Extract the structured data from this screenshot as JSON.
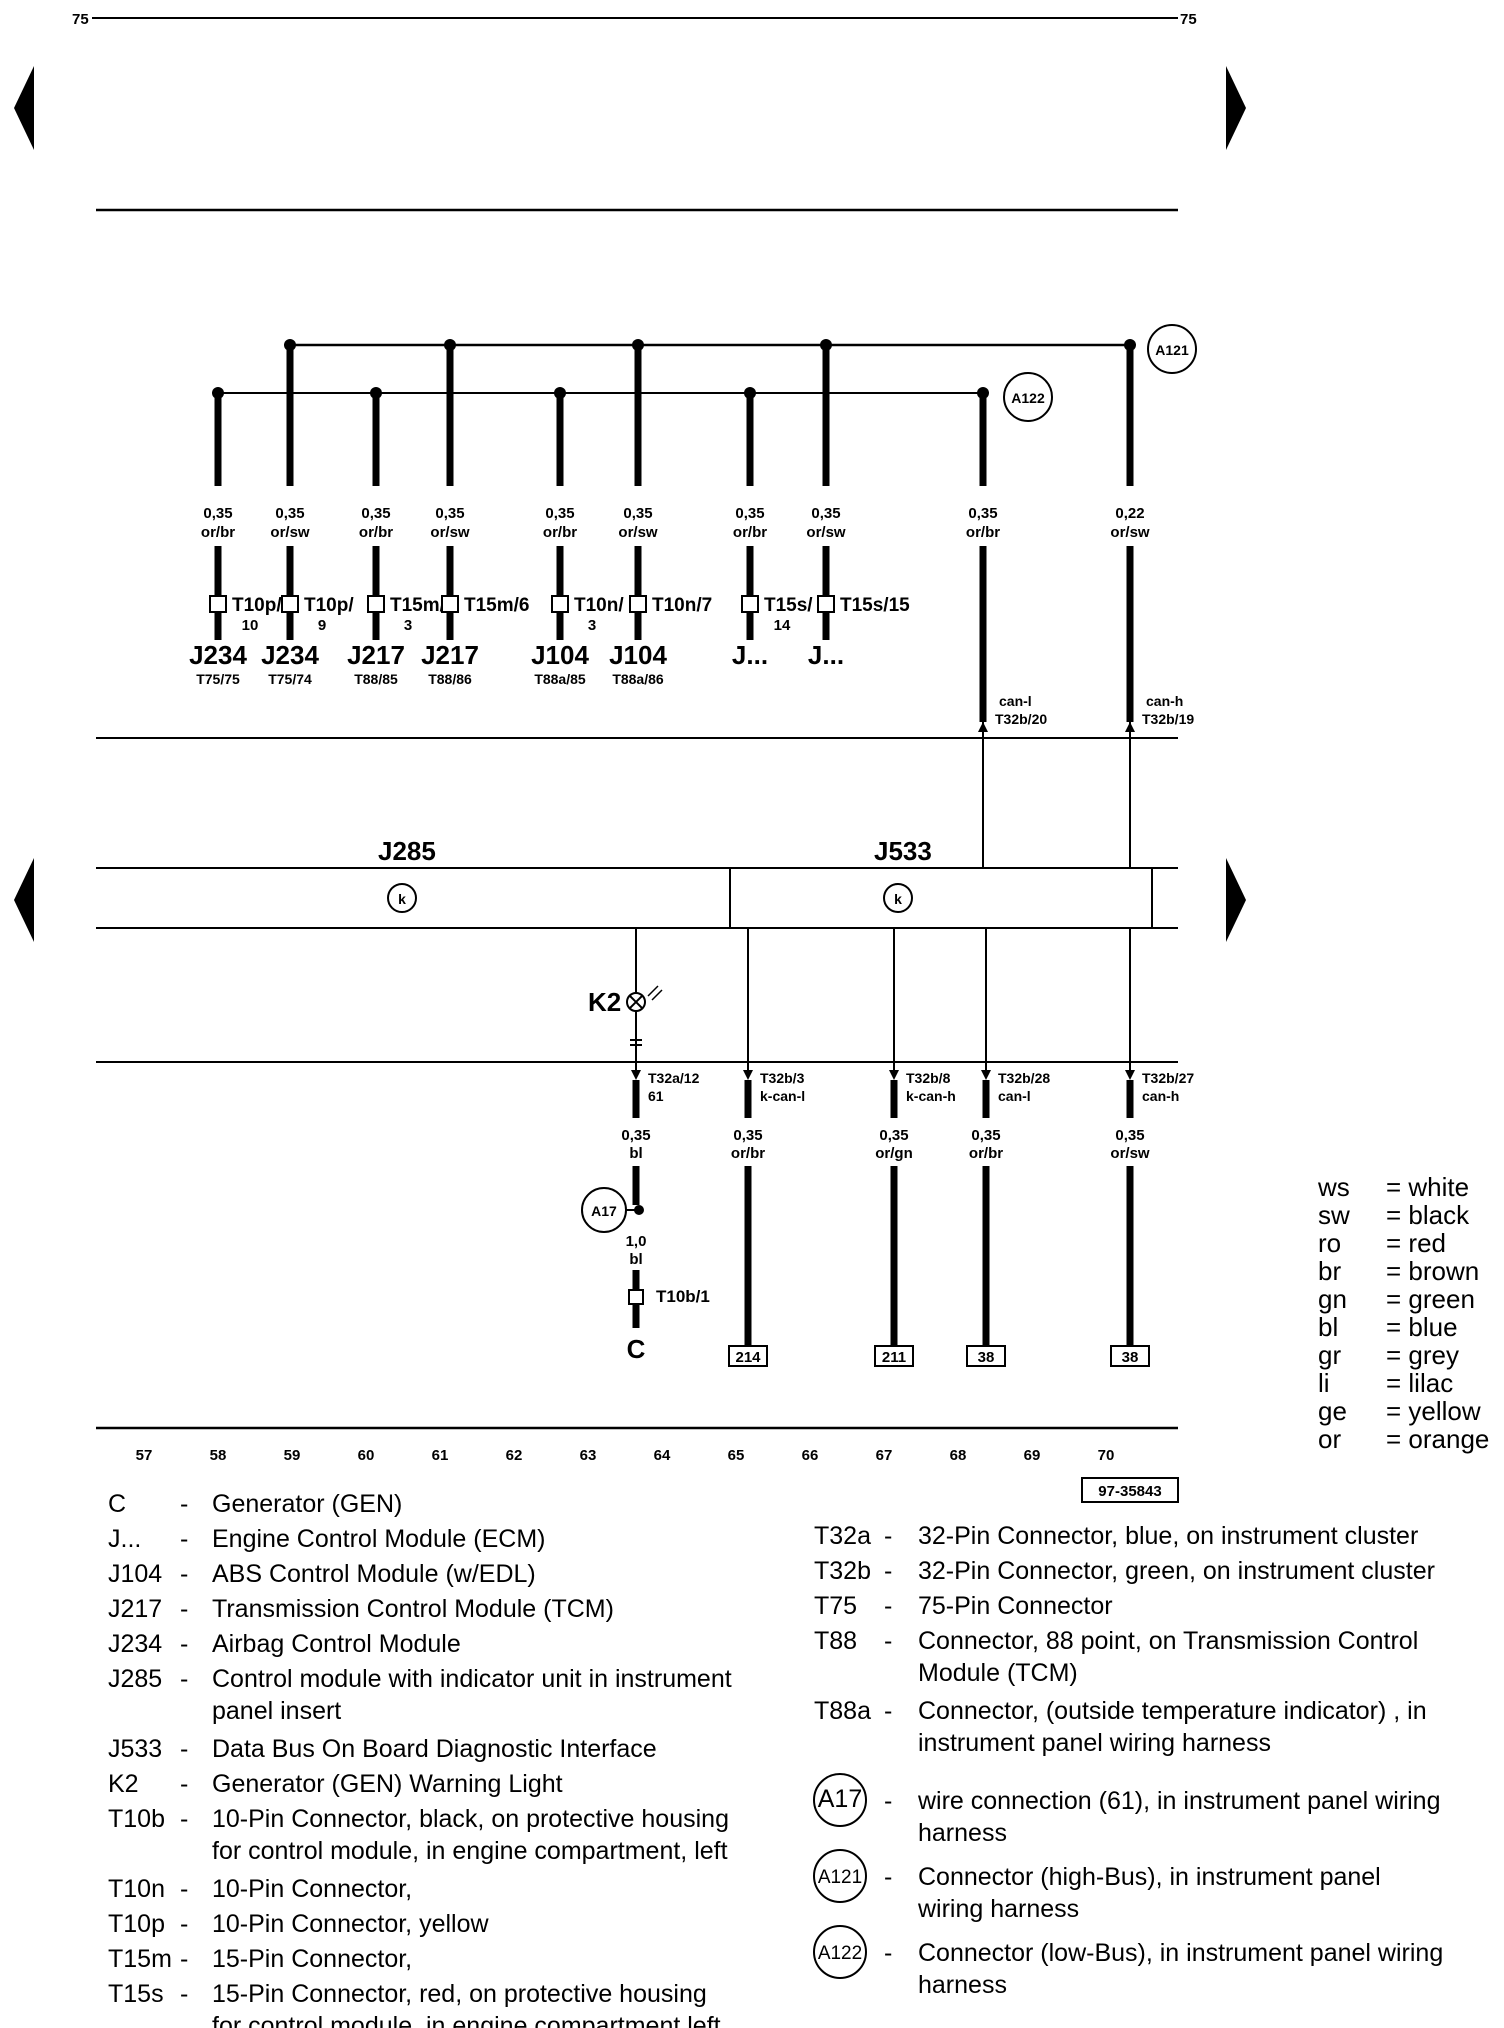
{
  "page": {
    "number_left": "75",
    "number_right": "75"
  },
  "splices": {
    "a121": "A121",
    "a122": "A122",
    "a17": "A17"
  },
  "wires_top": [
    {
      "size": "0,35",
      "color": "or/br",
      "conn": "T10p/",
      "pin": "10",
      "comp": "J234",
      "ref": "T75/75"
    },
    {
      "size": "0,35",
      "color": "or/sw",
      "conn": "T10p/",
      "pin": "9",
      "comp": "J234",
      "ref": "T75/74"
    },
    {
      "size": "0,35",
      "color": "or/br",
      "conn": "T15m/",
      "pin": "3",
      "comp": "J217",
      "ref": "T88/85"
    },
    {
      "size": "0,35",
      "color": "or/sw",
      "conn": "T15m/6",
      "pin": "",
      "comp": "J217",
      "ref": "T88/86"
    },
    {
      "size": "0,35",
      "color": "or/br",
      "conn": "T10n/",
      "pin": "3",
      "comp": "J104",
      "ref": "T88a/85"
    },
    {
      "size": "0,35",
      "color": "or/sw",
      "conn": "T10n/7",
      "pin": "",
      "comp": "J104",
      "ref": "T88a/86"
    },
    {
      "size": "0,35",
      "color": "or/br",
      "conn": "T15s/",
      "pin": "14",
      "comp": "J...",
      "ref": ""
    },
    {
      "size": "0,35",
      "color": "or/sw",
      "conn": "T15s/15",
      "pin": "",
      "comp": "J...",
      "ref": ""
    },
    {
      "size": "0,35",
      "color": "or/br",
      "conn": "",
      "pin": "",
      "comp": "",
      "ref": ""
    },
    {
      "size": "0,22",
      "color": "or/sw",
      "conn": "",
      "pin": "",
      "comp": "",
      "ref": ""
    }
  ],
  "can_top": [
    {
      "name": "can-l",
      "pin": "T32b/20"
    },
    {
      "name": "can-h",
      "pin": "T32b/19"
    }
  ],
  "modules": {
    "j285": "J285",
    "j533": "J533",
    "k_symbol": "k"
  },
  "lamp": {
    "label": "K2"
  },
  "wires_bottom": [
    {
      "pin": "T32a/12",
      "sig": "61",
      "size": "0,35",
      "color": "bl",
      "dest": ""
    },
    {
      "pin": "T32b/3",
      "sig": "k-can-l",
      "size": "0,35",
      "color": "or/br",
      "dest": "214"
    },
    {
      "pin": "T32b/8",
      "sig": "k-can-h",
      "size": "0,35",
      "color": "or/gn",
      "dest": "211"
    },
    {
      "pin": "T32b/28",
      "sig": "can-l",
      "size": "0,35",
      "color": "or/br",
      "dest": "38"
    },
    {
      "pin": "T32b/27",
      "sig": "can-h",
      "size": "0,35",
      "color": "or/sw",
      "dest": "38"
    }
  ],
  "gen_branch": {
    "size": "1,0",
    "color": "bl",
    "conn": "T10b/1",
    "comp": "C"
  },
  "ticks": [
    "57",
    "58",
    "59",
    "60",
    "61",
    "62",
    "63",
    "64",
    "65",
    "66",
    "67",
    "68",
    "69",
    "70"
  ],
  "figure_id": "97-35843",
  "color_legend": [
    {
      "code": "ws",
      "name": "white"
    },
    {
      "code": "sw",
      "name": "black"
    },
    {
      "code": "ro",
      "name": "red"
    },
    {
      "code": "br",
      "name": "brown"
    },
    {
      "code": "gn",
      "name": "green"
    },
    {
      "code": "bl",
      "name": "blue"
    },
    {
      "code": "gr",
      "name": "grey"
    },
    {
      "code": "li",
      "name": "lilac"
    },
    {
      "code": "ge",
      "name": "yellow"
    },
    {
      "code": "or",
      "name": "orange"
    }
  ],
  "legend_left": [
    {
      "code": "C",
      "lines": [
        "Generator (GEN)"
      ]
    },
    {
      "code": "J...",
      "lines": [
        "Engine Control Module (ECM)"
      ]
    },
    {
      "code": "J104",
      "lines": [
        "ABS Control Module (w/EDL)"
      ]
    },
    {
      "code": "J217",
      "lines": [
        "Transmission Control Module (TCM)"
      ]
    },
    {
      "code": "J234",
      "lines": [
        "Airbag Control Module"
      ]
    },
    {
      "code": "J285",
      "lines": [
        "Control module with indicator unit in instrument",
        "panel insert"
      ]
    },
    {
      "code": "J533",
      "lines": [
        "Data Bus On Board Diagnostic Interface"
      ]
    },
    {
      "code": "K2",
      "lines": [
        "Generator (GEN) Warning Light"
      ]
    },
    {
      "code": "T10b",
      "lines": [
        "10-Pin Connector, black, on protective housing",
        "for control module, in engine compartment, left"
      ]
    },
    {
      "code": "T10n",
      "lines": [
        "10-Pin Connector,"
      ]
    },
    {
      "code": "T10p",
      "lines": [
        "10-Pin Connector, yellow"
      ]
    },
    {
      "code": "T15m",
      "lines": [
        "15-Pin Connector,"
      ]
    },
    {
      "code": "T15s",
      "lines": [
        "15-Pin Connector, red, on protective housing",
        "for control module, in engine compartment,left"
      ]
    }
  ],
  "legend_right": [
    {
      "code": "T32a",
      "lines": [
        "32-Pin Connector, blue, on instrument cluster"
      ]
    },
    {
      "code": "T32b",
      "lines": [
        "32-Pin Connector, green, on instrument cluster"
      ]
    },
    {
      "code": "T75",
      "lines": [
        "75-Pin Connector"
      ]
    },
    {
      "code": "T88",
      "lines": [
        "Connector, 88 point, on Transmission Control",
        "Module (TCM)"
      ]
    },
    {
      "code": "T88a",
      "lines": [
        "Connector, (outside temperature indicator) , in",
        "instrument panel wiring harness"
      ]
    },
    {
      "code": "A17",
      "lines": [
        "wire connection (61), in instrument panel wiring",
        "harness"
      ]
    },
    {
      "code": "A121",
      "lines": [
        "Connector (high-Bus), in instrument panel",
        "wiring harness"
      ]
    },
    {
      "code": "A122",
      "lines": [
        "Connector (low-Bus), in instrument panel wiring",
        "harness"
      ]
    }
  ]
}
